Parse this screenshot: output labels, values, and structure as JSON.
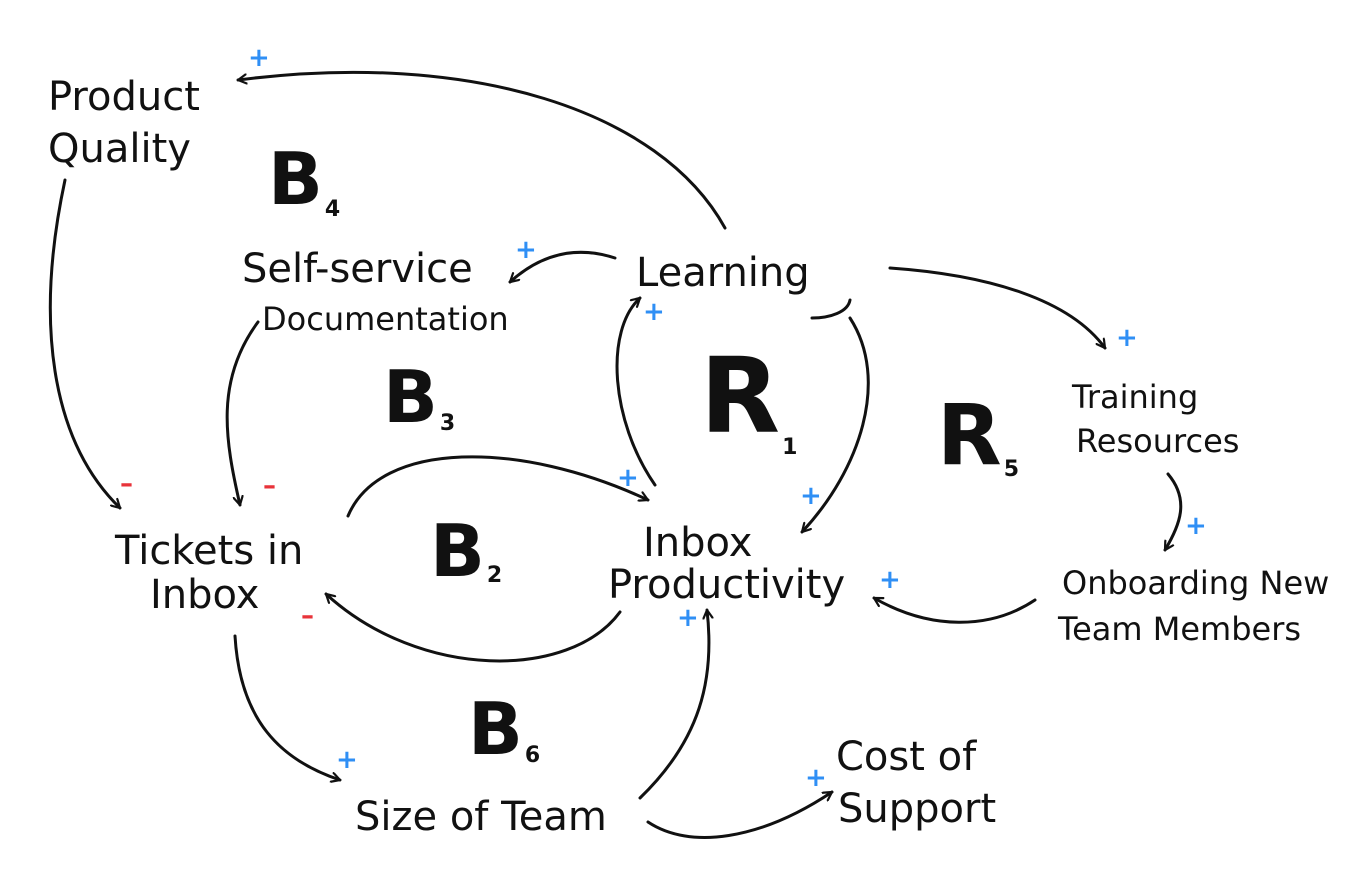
{
  "nodes": {
    "product_quality": [
      "Product",
      "Quality"
    ],
    "self_service": [
      "Self-service",
      "Documentation"
    ],
    "learning": "Learning",
    "training": [
      "Training",
      "Resources"
    ],
    "tickets": [
      "Tickets in",
      "Inbox"
    ],
    "productivity": [
      "Inbox",
      "Productivity"
    ],
    "onboarding": [
      "Onboarding New",
      "Team Members"
    ],
    "size_team": "Size of Team",
    "cost": [
      "Cost of",
      "Support"
    ]
  },
  "loops": {
    "b4": {
      "letter": "B",
      "num": "4"
    },
    "b3": {
      "letter": "B",
      "num": "3"
    },
    "r1": {
      "letter": "R",
      "num": "1"
    },
    "r5": {
      "letter": "R",
      "num": "5"
    },
    "b2": {
      "letter": "B",
      "num": "2"
    },
    "b6": {
      "letter": "B",
      "num": "6"
    }
  },
  "polarity": {
    "plus": "+",
    "minus": "–",
    "plus_color": "#2f8ff5",
    "minus_color": "#e8333a"
  }
}
